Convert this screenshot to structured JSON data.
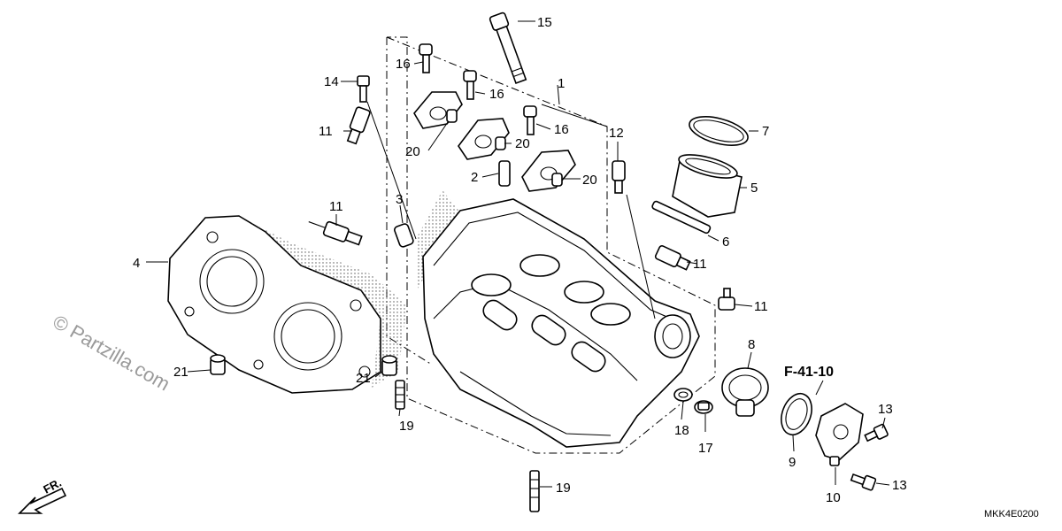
{
  "diagram": {
    "watermark": "© Partzilla.com",
    "reference_label": "F-41-10",
    "diagram_code": "MKK4E0200",
    "direction_label": "FR.",
    "callouts": [
      {
        "id": "c1",
        "text": "1"
      },
      {
        "id": "c2",
        "text": "2"
      },
      {
        "id": "c3",
        "text": "3"
      },
      {
        "id": "c4",
        "text": "4"
      },
      {
        "id": "c5",
        "text": "5"
      },
      {
        "id": "c6",
        "text": "6"
      },
      {
        "id": "c7",
        "text": "7"
      },
      {
        "id": "c8",
        "text": "8"
      },
      {
        "id": "c9",
        "text": "9"
      },
      {
        "id": "c10",
        "text": "10"
      },
      {
        "id": "c11a",
        "text": "11"
      },
      {
        "id": "c11b",
        "text": "11"
      },
      {
        "id": "c11c",
        "text": "11"
      },
      {
        "id": "c11d",
        "text": "11"
      },
      {
        "id": "c12",
        "text": "12"
      },
      {
        "id": "c13a",
        "text": "13"
      },
      {
        "id": "c13b",
        "text": "13"
      },
      {
        "id": "c14",
        "text": "14"
      },
      {
        "id": "c15",
        "text": "15"
      },
      {
        "id": "c16a",
        "text": "16"
      },
      {
        "id": "c16b",
        "text": "16"
      },
      {
        "id": "c16c",
        "text": "16"
      },
      {
        "id": "c17",
        "text": "17"
      },
      {
        "id": "c18",
        "text": "18"
      },
      {
        "id": "c19a",
        "text": "19"
      },
      {
        "id": "c19b",
        "text": "19"
      },
      {
        "id": "c20a",
        "text": "20"
      },
      {
        "id": "c20b",
        "text": "20"
      },
      {
        "id": "c20c",
        "text": "20"
      },
      {
        "id": "c21a",
        "text": "21"
      },
      {
        "id": "c21b",
        "text": "21"
      }
    ]
  }
}
